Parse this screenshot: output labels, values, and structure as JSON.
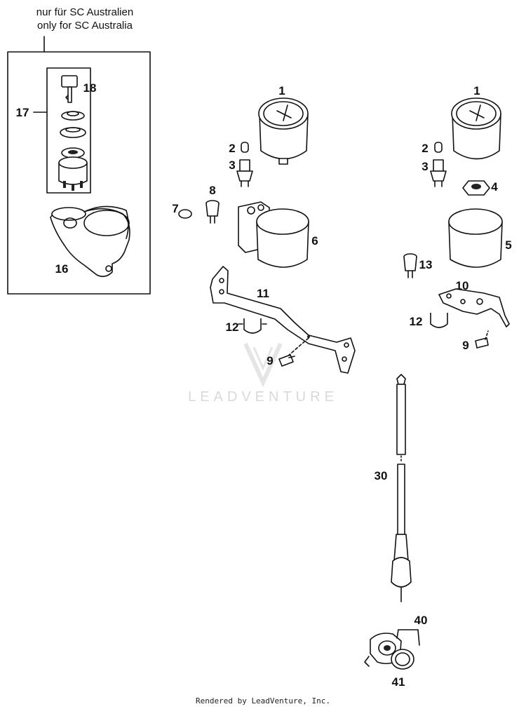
{
  "note": {
    "line1": "nur für SC Australien",
    "line2": "only for SC Australia"
  },
  "callouts": {
    "c1a": "1",
    "c1b": "1",
    "c2a": "2",
    "c2b": "2",
    "c3a": "3",
    "c3b": "3",
    "c4": "4",
    "c5": "5",
    "c6": "6",
    "c7": "7",
    "c8": "8",
    "c9a": "9",
    "c9b": "9",
    "c10": "10",
    "c11": "11",
    "c12a": "12",
    "c12b": "12",
    "c13": "13",
    "c16": "16",
    "c17": "17",
    "c18": "18",
    "c30": "30",
    "c40": "40",
    "c41": "41"
  },
  "watermark": "LEADVENTURE",
  "footer": "Rendered by LeadVenture, Inc."
}
